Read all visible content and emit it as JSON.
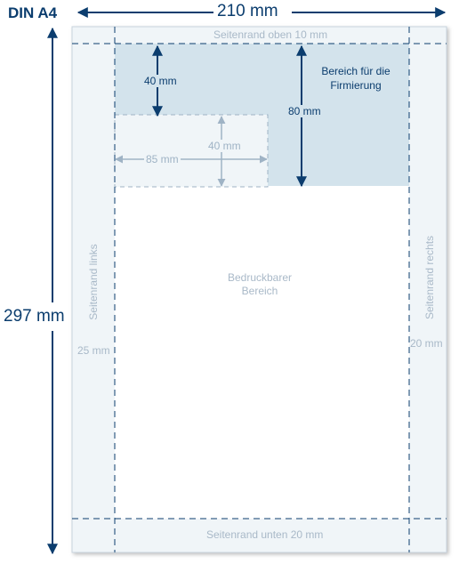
{
  "title": "DIN A4",
  "width_label": "210 mm",
  "height_label": "297 mm",
  "margins": {
    "top": "Seitenrand oben  10 mm",
    "bottom": "Seitenrand unten  20 mm",
    "left_label": "Seitenrand links",
    "left_value": "25 mm",
    "right_label": "Seitenrand rechts",
    "right_value": "20 mm"
  },
  "company_area": {
    "label_line1": "Bereich für die",
    "label_line2": "Firmierung",
    "height_small": "40 mm",
    "height_large": "80 mm"
  },
  "address_field": {
    "width": "85 mm",
    "height": "40 mm"
  },
  "printable_area": {
    "line1": "Bedruckbarer",
    "line2": "Bereich"
  },
  "colors": {
    "dark_blue": "#0b3d6e",
    "light_blue_fill": "#d3e3ec",
    "margin_fill": "#f0f5f8",
    "light_text": "#a9b9c8"
  }
}
